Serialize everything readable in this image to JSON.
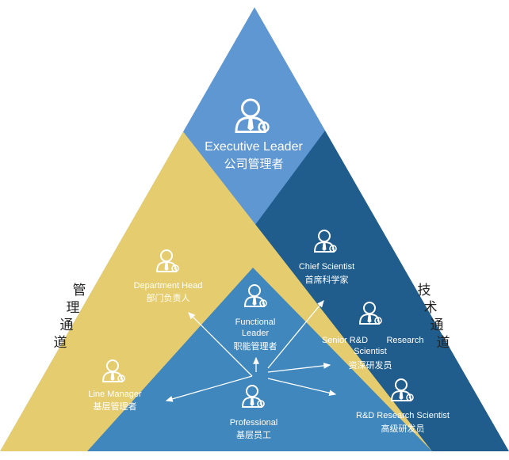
{
  "top": {
    "en": "Executive Leader",
    "zh": "公司管理者"
  },
  "left_channel": [
    "管",
    "理",
    "通",
    "道"
  ],
  "right_channel": [
    "技",
    "术",
    "通",
    "道"
  ],
  "nodes": {
    "department_head": {
      "en": "Department Head",
      "zh": "部门负责人"
    },
    "line_manager": {
      "en": "Line Manager",
      "zh": "基层管理者"
    },
    "functional_leader": {
      "en1": "Functional",
      "en2": "Leader",
      "zh": "职能管理者"
    },
    "professional": {
      "en": "Professional",
      "zh": "基层员工"
    },
    "chief_scientist": {
      "en": "Chief Scientist",
      "zh": "首席科学家"
    },
    "senior_rd": {
      "en1a": "Senior R&D",
      "en1b": "Research",
      "en2": "Scientist",
      "zh": "资深研发员"
    },
    "rd_research": {
      "en": "R&D Research Scientist",
      "zh": "高级研发员"
    }
  },
  "colors": {
    "top": "#5f97d3",
    "left": "#e5cc6e",
    "right": "#205d8c",
    "bottom_mid": "#3f87bd",
    "text": "#ffffff"
  }
}
